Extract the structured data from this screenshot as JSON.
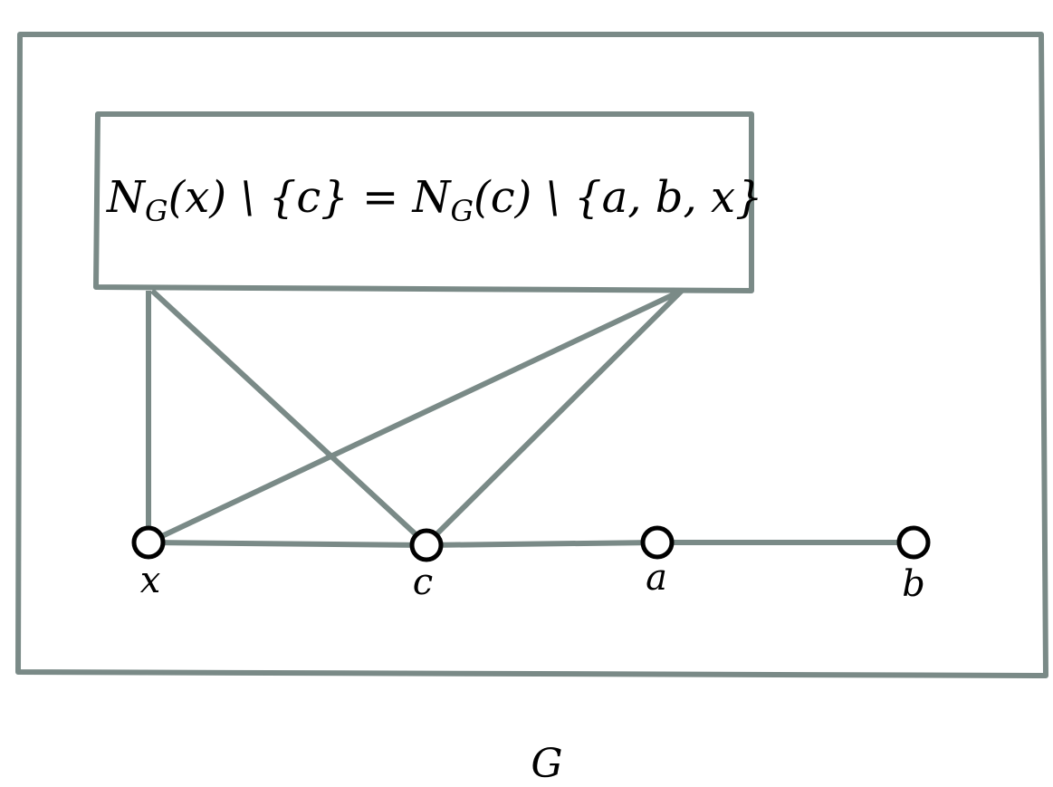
{
  "graph_label": "G",
  "neighborhood_formula": "N_G(x) \\ {c} = N_G(c) \\ {a, b, x}",
  "formula_parts": {
    "n1": "N",
    "g1": "G",
    "mid1": "(x) \\ {c} = ",
    "n2": "N",
    "g2": "G",
    "mid2": "(c) \\ {a, b, x}"
  },
  "vertices": [
    {
      "id": "x",
      "label": "x"
    },
    {
      "id": "c",
      "label": "c"
    },
    {
      "id": "a",
      "label": "a"
    },
    {
      "id": "b",
      "label": "b"
    }
  ],
  "edges": [
    {
      "from": "x",
      "to": "c"
    },
    {
      "from": "c",
      "to": "a"
    },
    {
      "from": "a",
      "to": "b"
    },
    {
      "from": "x",
      "to": "neighborhood-box"
    },
    {
      "from": "c",
      "to": "neighborhood-box"
    }
  ],
  "colors": {
    "line": "#7a8a87",
    "vertex_stroke": "#000000",
    "vertex_fill": "#ffffff",
    "text": "#000000"
  }
}
